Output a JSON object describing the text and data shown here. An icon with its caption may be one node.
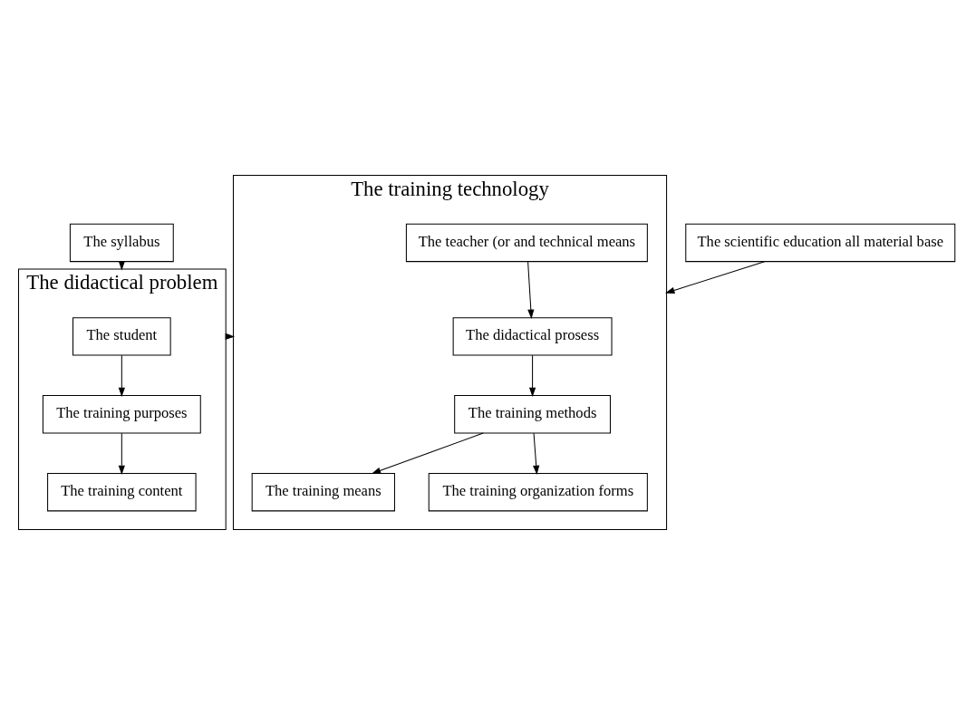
{
  "diagram": {
    "nodes": [
      {
        "text": [
          "The didactical problem"
        ]
      },
      {
        "text": [
          "The student"
        ],
        "in": 0
      },
      {
        "text": [
          "The training purposes"
        ],
        "in": 0
      },
      {
        "text": [
          "The training content"
        ],
        "in": 0
      },
      {
        "text": [
          "The training technology"
        ]
      },
      {
        "text": [
          "The didactical prosess"
        ],
        "in": 4
      },
      {
        "text": [
          "The teacher (or and technical means"
        ],
        "in": 4
      },
      {
        "text": [
          "The training methods"
        ],
        "in": 4
      },
      {
        "text": [
          "The training means"
        ],
        "in": 4
      },
      {
        "text": [
          "The training organization forms"
        ],
        "in": 4
      },
      {
        "text": [
          "The syllabus"
        ]
      },
      {
        "text": [
          "The scientific education all material base"
        ]
      }
    ],
    "edges": [
      {
        "from": 1,
        "to": 2,
        "arrow": "to"
      },
      {
        "from": 2,
        "to": 3,
        "arrow": "to"
      },
      {
        "from": 6,
        "to": 5,
        "arrow": "to"
      },
      {
        "from": 5,
        "to": 7,
        "arrow": "to"
      },
      {
        "from": 7,
        "to": 8,
        "arrow": "to"
      },
      {
        "from": 7,
        "to": 9,
        "arrow": "to"
      },
      {
        "from": 0,
        "to": 4,
        "arrow": "to"
      },
      {
        "from": 10,
        "to": 0,
        "arrow": "to"
      },
      {
        "from": 11,
        "to": 4,
        "arrow": "to"
      }
    ]
  }
}
